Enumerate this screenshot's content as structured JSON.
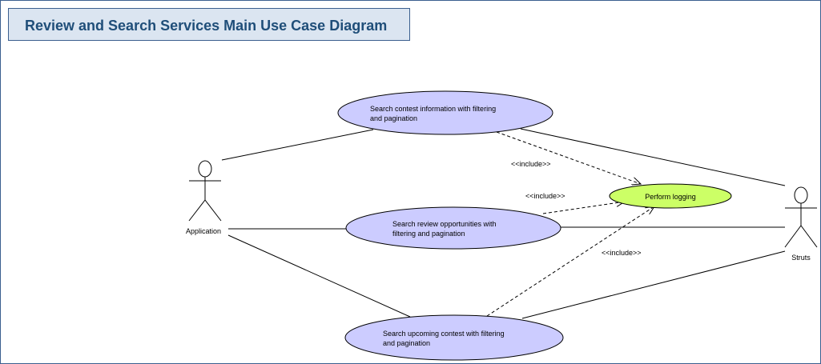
{
  "title": "Review and Search Services Main Use Case Diagram",
  "colors": {
    "border": "#3b5f8f",
    "title_bg": "#dbe5f1",
    "title_text": "#1f4e79",
    "use_case_fill": "#ccccff",
    "logging_fill": "#ccff66"
  },
  "actors": {
    "application": "Application",
    "struts": "Struts"
  },
  "use_cases": {
    "search_contest": [
      "Search contest information with filtering",
      "and pagination"
    ],
    "search_review": [
      "Search review opportunities with",
      "filtering and pagination"
    ],
    "search_upcoming": [
      "Search upcoming contest with filtering",
      "and pagination"
    ],
    "perform_logging": "Perform logging"
  },
  "relations": {
    "include_label": "<<include>>"
  }
}
